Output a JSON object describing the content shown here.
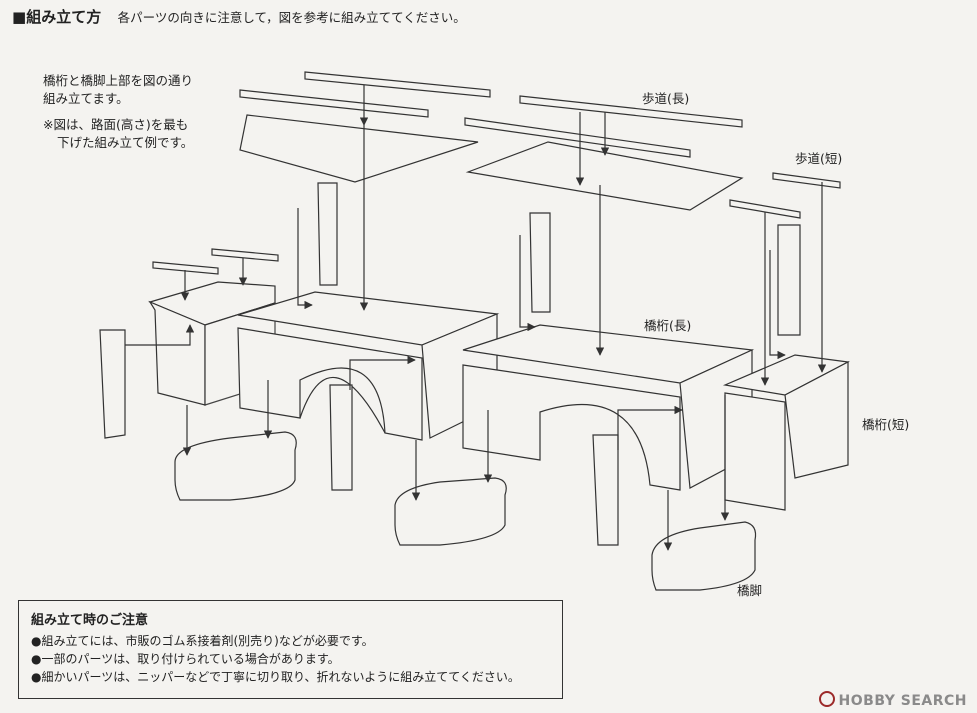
{
  "header": {
    "title": "組み立て方",
    "subtitle": "各パーツの向きに注意して，図を参考に組み立ててください。"
  },
  "intro": {
    "line1": "橋桁と橋脚上部を図の通り",
    "line2": "組み立てます。",
    "note1": "※図は、路面(高さ)を最も",
    "note2": "下げた組み立て例です。"
  },
  "labels": {
    "sidewalk_long": "歩道(長)",
    "sidewalk_short": "歩道(短)",
    "girder_long": "橋桁(長)",
    "girder_short": "橋桁(短)",
    "pier": "橋脚"
  },
  "notice": {
    "title": "組み立て時のご注意",
    "items": [
      "組み立てには、市販のゴム系接着剤(別売り)などが必要です。",
      "一部のパーツは、取り付けられている場合があります。",
      "細かいパーツは、ニッパーなどで丁寧に切り取り、折れないように組み立ててください。"
    ]
  },
  "watermark": {
    "text": "HOBBY SEARCH"
  },
  "colors": {
    "line": "#333333",
    "fill": "#f4f3f0",
    "logo": "#9c2a2a"
  }
}
